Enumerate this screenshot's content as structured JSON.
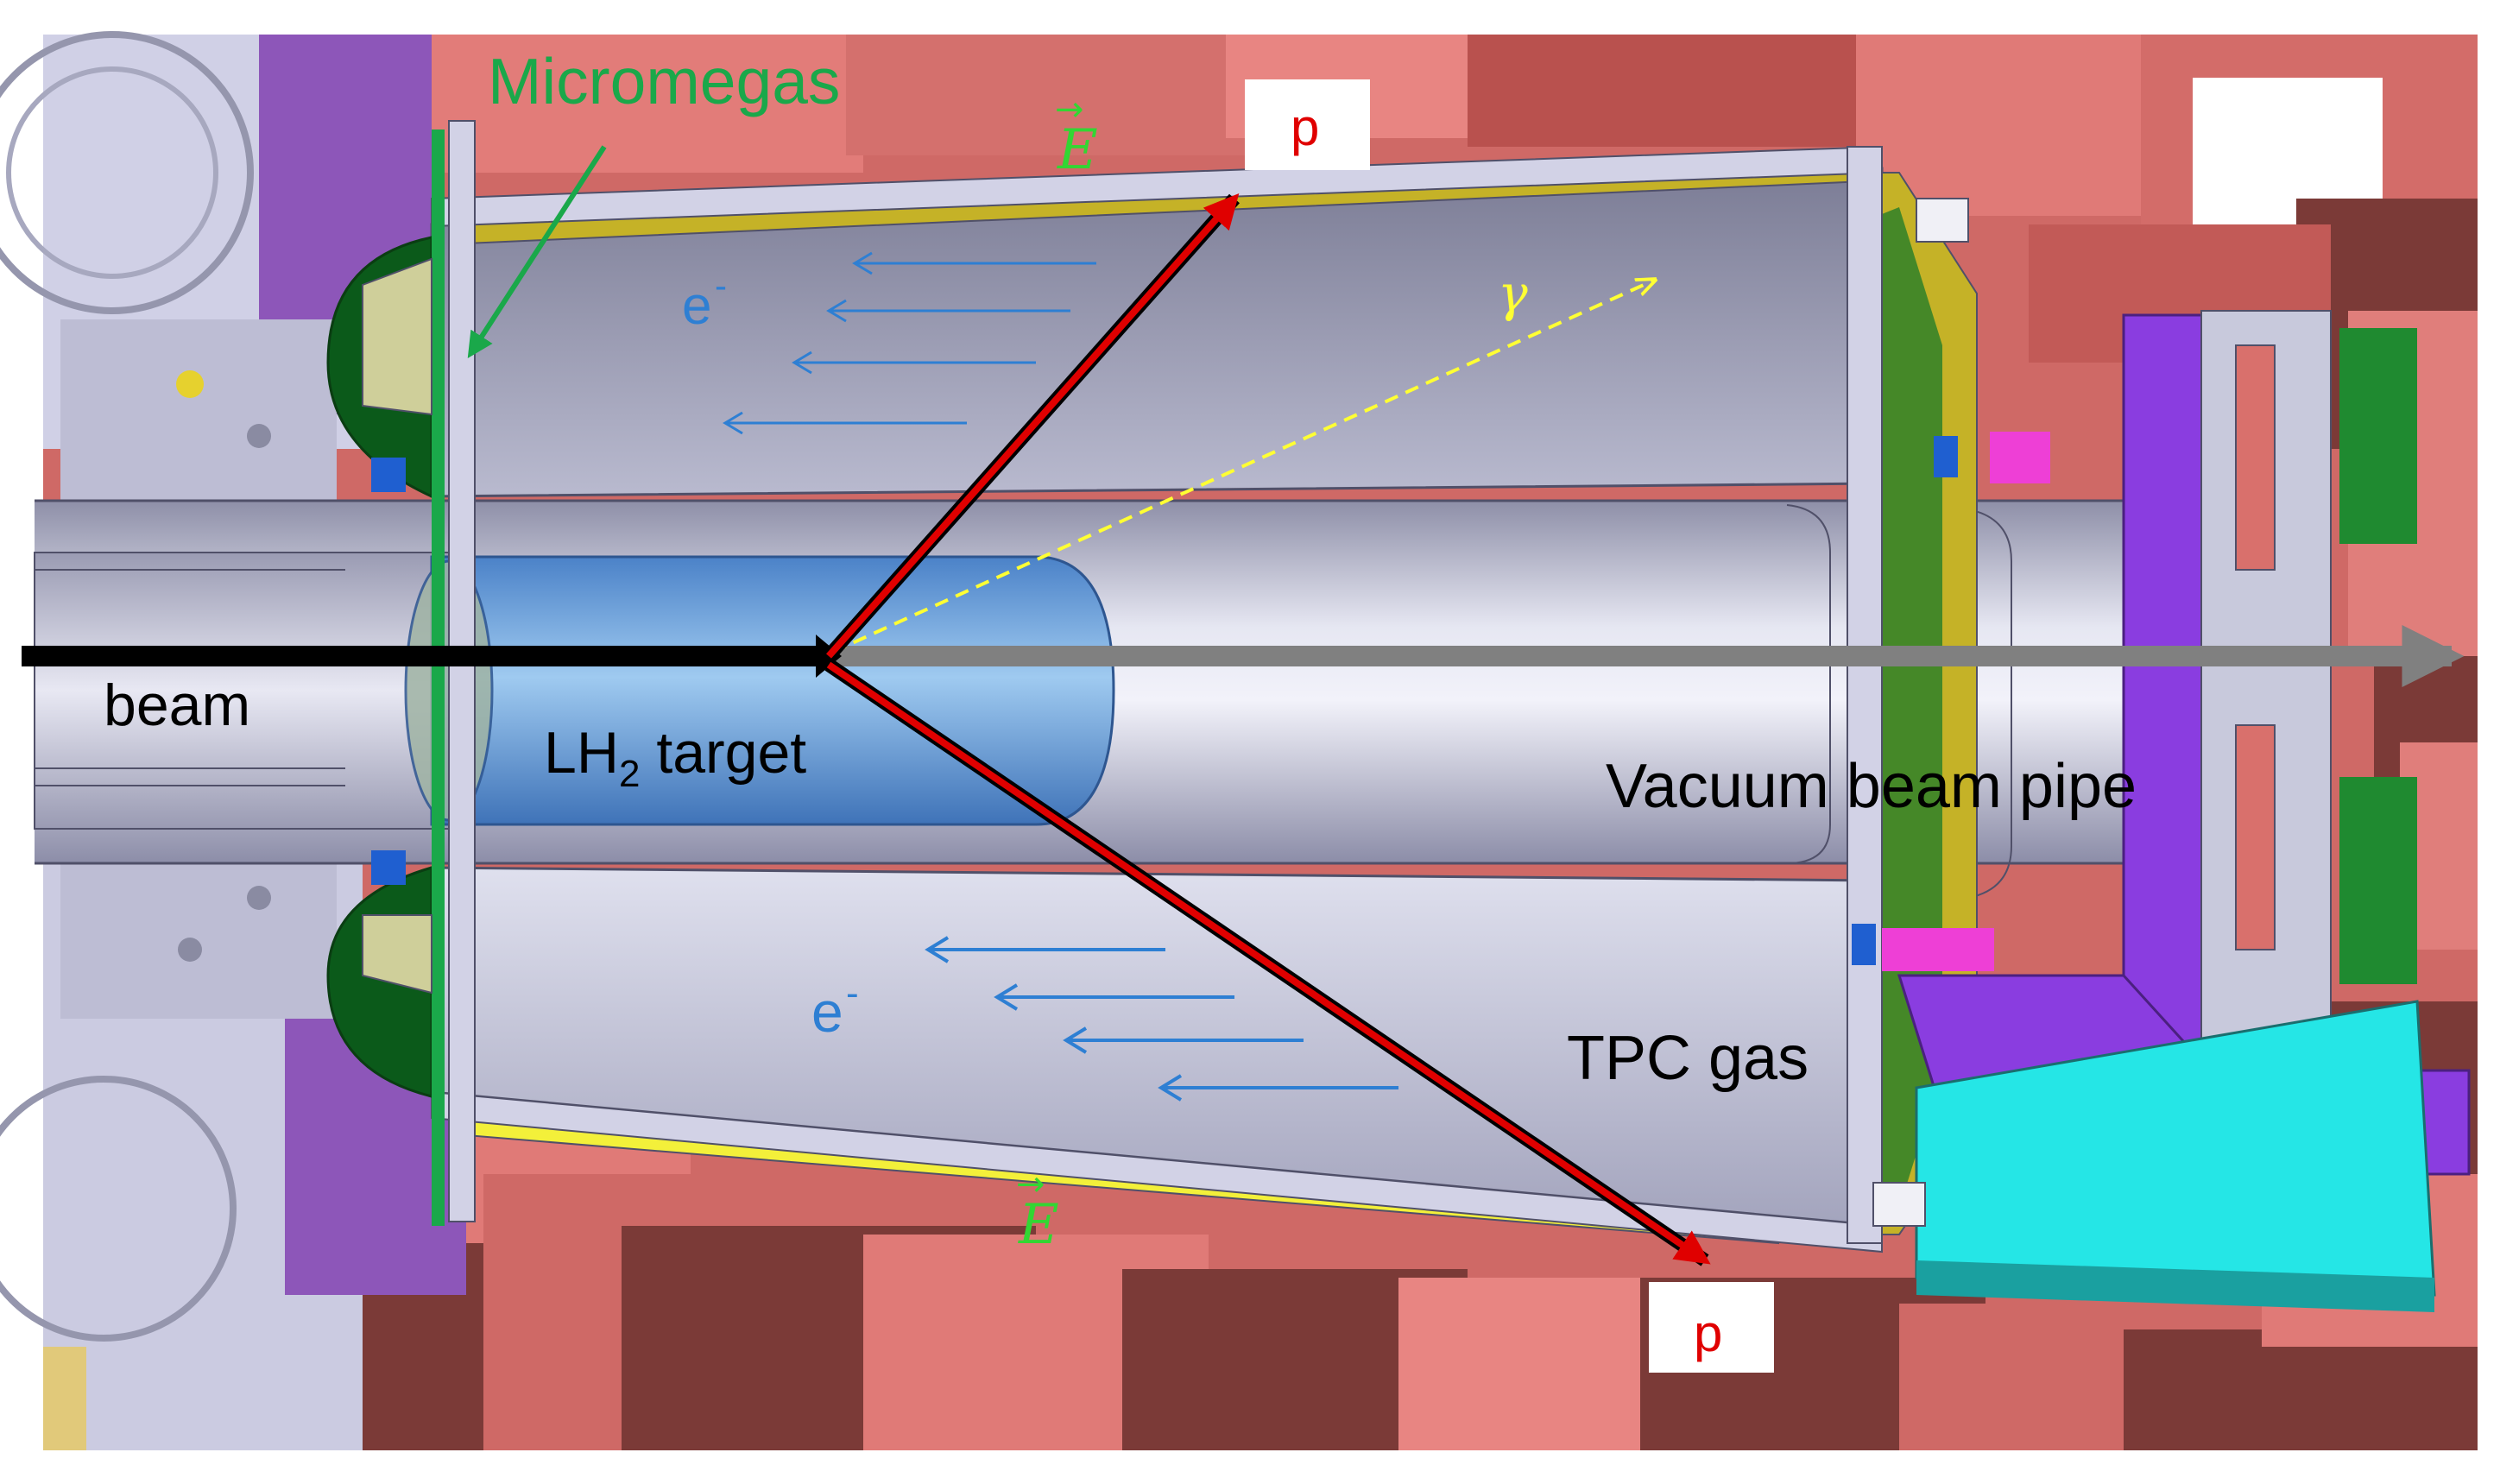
{
  "labels": {
    "micromegas": "Micromegas",
    "e_field": "E",
    "electron": "e",
    "electron_charge": "-",
    "gamma": "γ",
    "proton": "p",
    "beam": "beam",
    "target_prefix": "LH",
    "target_sub": "2",
    "target_suffix": " target",
    "vacuum_pipe": "Vacuum beam pipe",
    "tpc_gas": "TPC gas"
  },
  "colors": {
    "background_blocks": "#d97270",
    "background_blocks_dark": "#7b3a37",
    "cylinder": "#c8c9dc",
    "target": "#7aaee0",
    "micromegas_plate": "#0b5a1a",
    "proton_track": "#e00000",
    "beam": "#000000",
    "beam_out": "#808080",
    "gamma_track": "#ffff33",
    "drift_arrows": "#2e7fd3",
    "e_field_label": "#33d633",
    "micromegas_label": "#1aa84a",
    "flange_purple": "#8a3de0",
    "cyan_board": "#25e6e6"
  }
}
